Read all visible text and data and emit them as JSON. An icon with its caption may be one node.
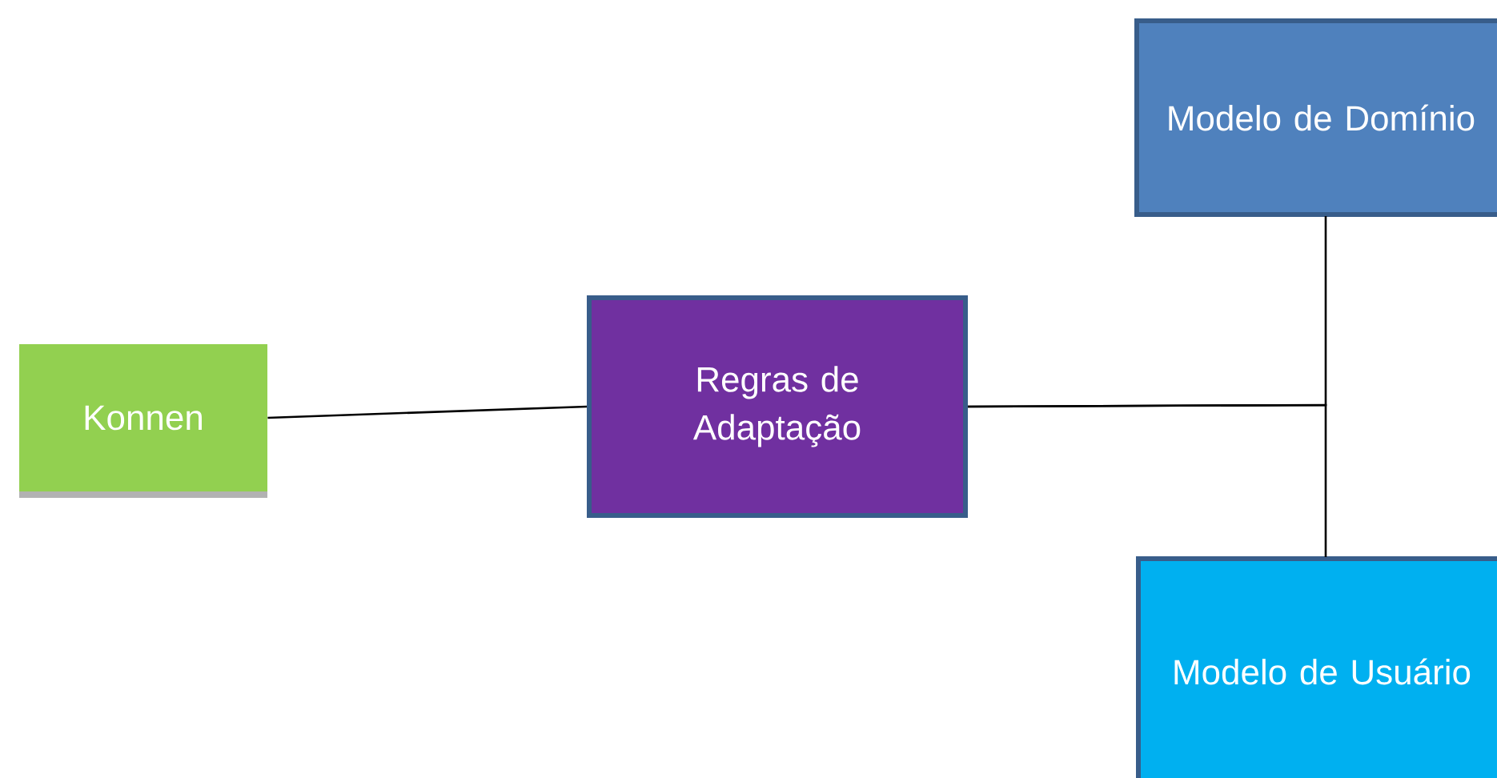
{
  "diagram": {
    "nodes": [
      {
        "text": [
          "Konnen"
        ]
      },
      {
        "text": [
          "Regras de Adaptação"
        ]
      },
      {
        "text": [
          "Modelo de Domínio"
        ]
      },
      {
        "text": [
          "Modelo de Usuário"
        ]
      }
    ],
    "edges": [
      {
        "from": 0,
        "to": 1,
        "arrow": "none"
      },
      {
        "from": 1,
        "to": 2,
        "arrow": "none"
      },
      {
        "from": 1,
        "to": 3,
        "arrow": "none"
      }
    ]
  }
}
